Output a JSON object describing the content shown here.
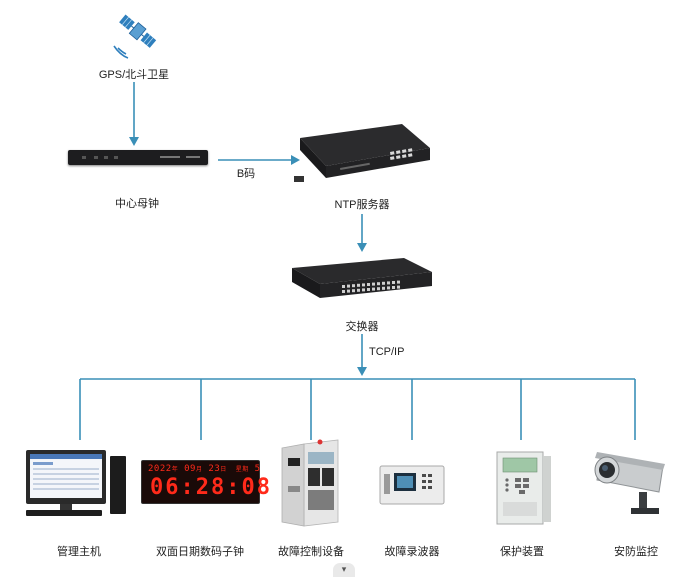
{
  "nodes": {
    "satellite": {
      "label": "GPS/北斗卫星"
    },
    "master_clock": {
      "label": "中心母钟"
    },
    "ntp_server": {
      "label": "NTP服务器"
    },
    "switch": {
      "label": "交换器"
    },
    "devices": [
      {
        "label": "管理主机"
      },
      {
        "label": "双面日期数码子钟",
        "date_year": "2022",
        "date_month": "09",
        "date_day": "23",
        "week_label": "星期",
        "week_day": "5",
        "time": "06:28:08"
      },
      {
        "label": "故障控制设备"
      },
      {
        "label": "故障录波器"
      },
      {
        "label": "保护装置"
      },
      {
        "label": "安防监控"
      }
    ]
  },
  "edges": {
    "clock_to_ntp": {
      "label": "B码"
    },
    "switch_to_devices": {
      "label": "TCP/IP"
    }
  },
  "colors": {
    "line": "#3a8fb7",
    "clock_digits": "#ff2a1a",
    "clock_bg": "#1a0a08"
  }
}
